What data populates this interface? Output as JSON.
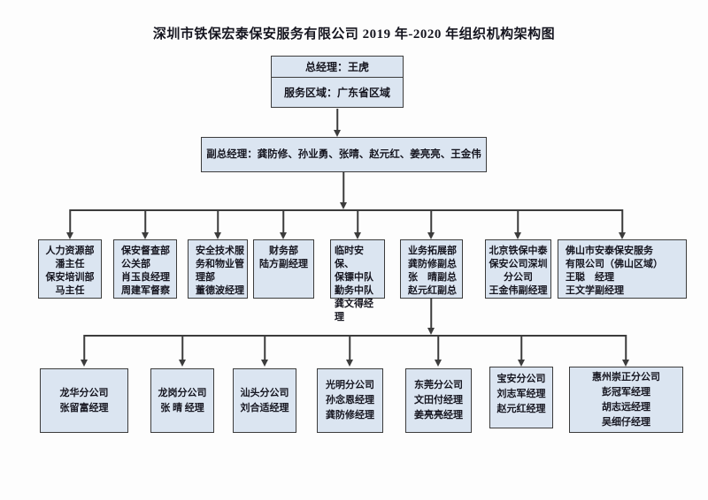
{
  "title": "深圳市铁保宏泰保安服务有限公司 2019 年-2020 年组织机构架构图",
  "top_box": {
    "line1": "总经理：王虎",
    "line2": "服务区域：广东省区域"
  },
  "vice_box": {
    "label": "副总经理：龚防修、孙业勇、张晴、赵元红、姜亮亮、王金伟"
  },
  "departments": [
    {
      "lines": [
        "人力资源部",
        "潘主任",
        "保安培训部",
        "马主任"
      ]
    },
    {
      "lines": [
        "保安督查部",
        "公关部",
        "肖玉良经理",
        "周建军督察"
      ]
    },
    {
      "lines": [
        "安全技术服",
        "务和物业管",
        "理部",
        "董德波经理"
      ]
    },
    {
      "lines": [
        "财务部",
        "陆方副经理"
      ]
    },
    {
      "lines": [
        "临时安保、",
        "保镖中队",
        "勤务中队",
        "龚文得经理"
      ]
    },
    {
      "lines": [
        "业务拓展部",
        "龚防修副总",
        "张　晴副总",
        "赵元红副总"
      ]
    },
    {
      "lines": [
        "北京铁保中泰",
        "保安公司深圳",
        "分公司",
        "王金伟副经理"
      ]
    },
    {
      "lines": [
        "佛山市安泰保安服务",
        "有限公司（佛山区域）",
        "王聪　经理",
        "王文学副经理"
      ]
    }
  ],
  "branches": [
    {
      "lines": [
        "龙华分公司",
        "张留富经理"
      ]
    },
    {
      "lines": [
        "龙岗分公司",
        "张 晴 经理"
      ]
    },
    {
      "lines": [
        "汕头分公司",
        "刘合适经理"
      ]
    },
    {
      "lines": [
        "光明分公司",
        "孙念恩经理",
        "龚防修经理"
      ]
    },
    {
      "lines": [
        "东莞分公司",
        "文田付经理",
        "姜亮亮经理"
      ]
    },
    {
      "lines": [
        "宝安分公司",
        "刘志军经理",
        "赵元红经理"
      ]
    },
    {
      "lines": [
        "惠州崇正分公司",
        "彭冠军经理",
        "胡志远经理",
        "吴细仔经理"
      ]
    }
  ],
  "colors": {
    "box_fill": "#dbe5f1",
    "box_border": "#3c3c3c",
    "connector": "#3c3c3c",
    "text": "#15151f",
    "background": "#fdfdfd"
  }
}
